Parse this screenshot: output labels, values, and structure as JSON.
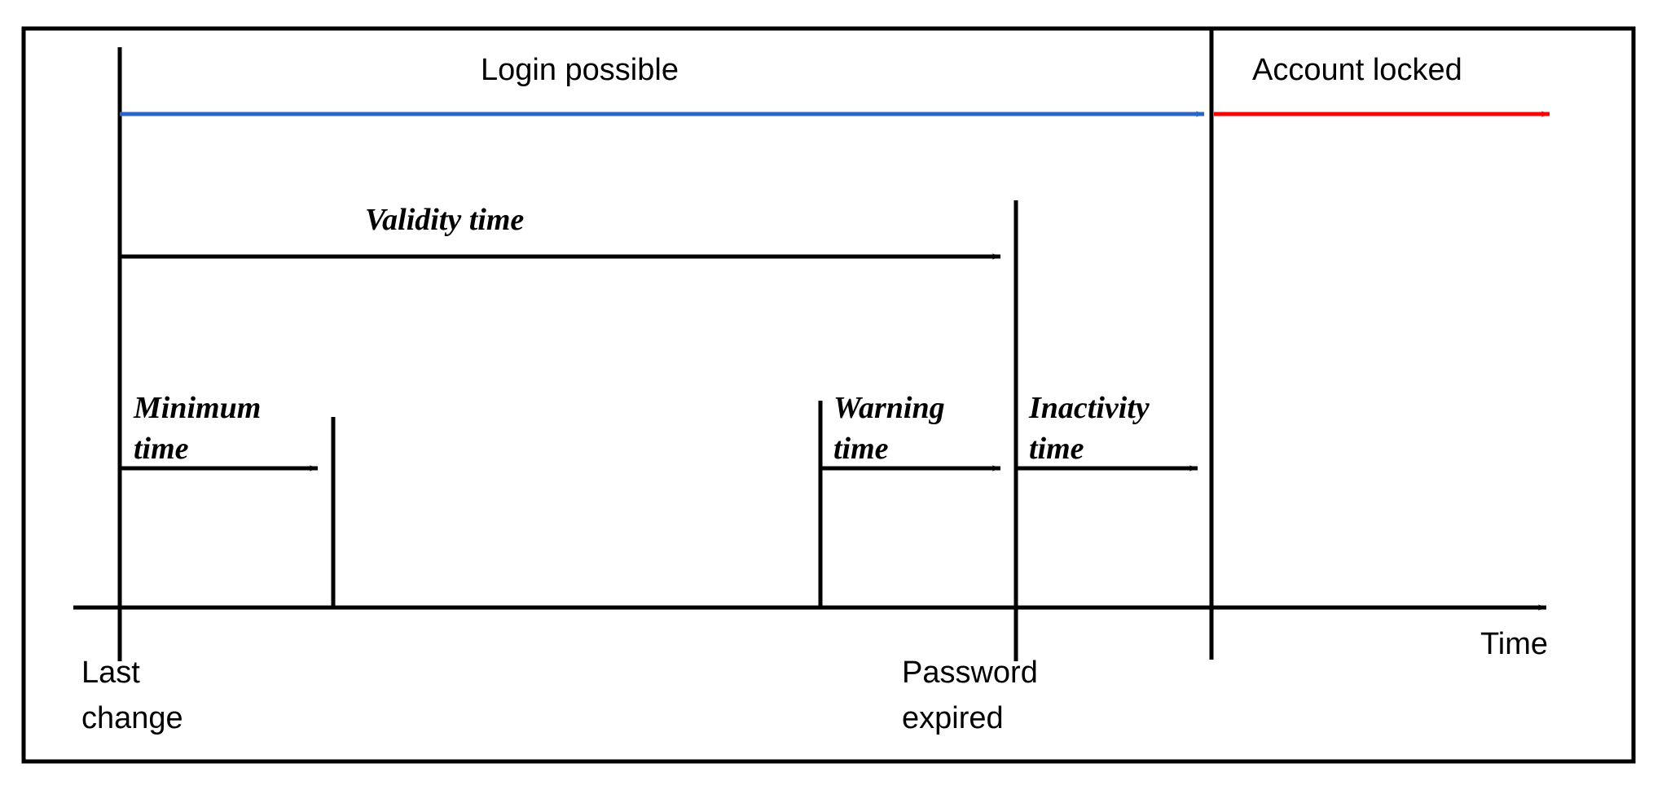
{
  "diagram": {
    "title_text": "",
    "colors": {
      "line": "#000000",
      "login_possible": "#2A66C8",
      "account_locked": "#FF0000",
      "frame": "#000000",
      "background": "#FFFFFF"
    },
    "axis": {
      "label": "Time",
      "orientation": "horizontal",
      "direction": "right"
    },
    "status_bars": [
      {
        "id": "login-possible",
        "label": "Login possible",
        "color": "#2A66C8",
        "start_event": "Last change",
        "end_event": "Account locked"
      },
      {
        "id": "account-locked",
        "label": "Account locked",
        "color": "#FF0000",
        "start_event": "Account locked",
        "end_event": "Time"
      }
    ],
    "intervals": [
      {
        "id": "validity-time",
        "label_line1": "Validity time",
        "label_line2": "",
        "start_event": "Last change",
        "end_event": "Password expired"
      },
      {
        "id": "minimum-time",
        "label_line1": "Minimum",
        "label_line2": "time",
        "start_event": "Last change",
        "end_event": "Minimum time end"
      },
      {
        "id": "warning-time",
        "label_line1": "Warning",
        "label_line2": "time",
        "start_event": "Warning start",
        "end_event": "Password expired"
      },
      {
        "id": "inactivity-time",
        "label_line1": "Inactivity",
        "label_line2": "time",
        "start_event": "Password expired",
        "end_event": "Account locked"
      }
    ],
    "events": [
      {
        "id": "last-change",
        "label_line1": "Last",
        "label_line2": "change"
      },
      {
        "id": "password-expired",
        "label_line1": "Password",
        "label_line2": "expired"
      }
    ]
  }
}
